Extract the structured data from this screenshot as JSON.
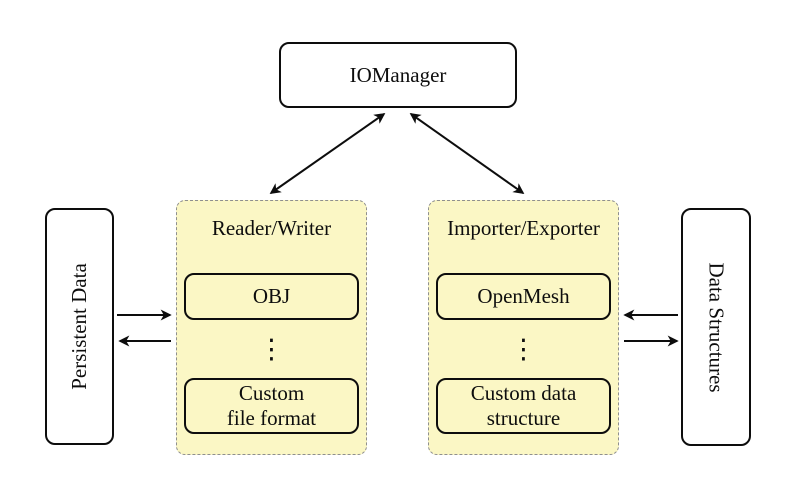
{
  "diagram": {
    "io_manager": {
      "label": "IOManager"
    },
    "persistent_data": {
      "label": "Persistent Data"
    },
    "data_structures": {
      "label": "Data Structures"
    },
    "groups": [
      {
        "id": "reader-writer",
        "label": "Reader/Writer",
        "ellipsis": "⋮",
        "items": [
          {
            "label": "OBJ"
          },
          {
            "label": "Custom\nfile format"
          }
        ]
      },
      {
        "id": "importer-exporter",
        "label": "Importer/Exporter",
        "ellipsis": "⋮",
        "items": [
          {
            "label": "OpenMesh"
          },
          {
            "label": "Custom data\nstructure"
          }
        ]
      }
    ],
    "connections": [
      {
        "from": "IOManager",
        "to": "Reader/Writer",
        "bidirectional": true
      },
      {
        "from": "IOManager",
        "to": "Importer/Exporter",
        "bidirectional": true
      },
      {
        "from": "Persistent Data",
        "to": "Reader/Writer",
        "bidirectional": false
      },
      {
        "from": "Reader/Writer",
        "to": "Persistent Data",
        "bidirectional": false
      },
      {
        "from": "Data Structures",
        "to": "Importer/Exporter",
        "bidirectional": false
      },
      {
        "from": "Importer/Exporter",
        "to": "Data Structures",
        "bidirectional": false
      }
    ],
    "colors": {
      "background": "#ffffff",
      "group_fill": "#fbf7c5",
      "group_border": "#8f8f8f",
      "node_fill": "#ffffff",
      "node_border": "#0d0d0d",
      "arrow": "#0d0d0d"
    }
  }
}
